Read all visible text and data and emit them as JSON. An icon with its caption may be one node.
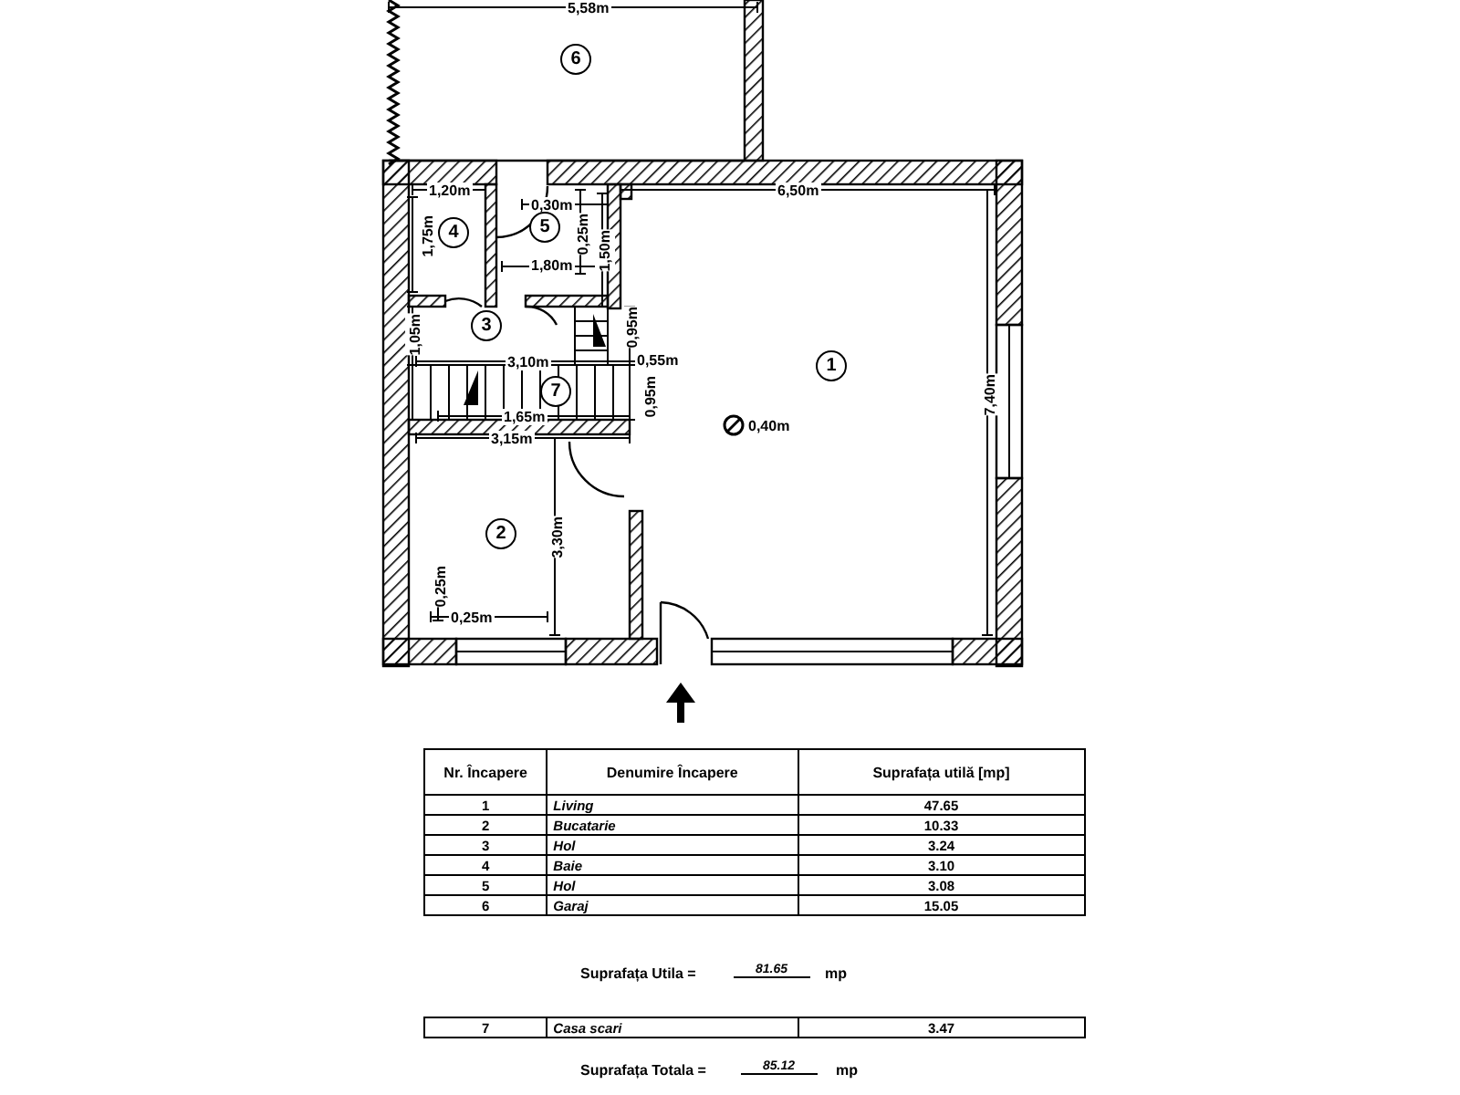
{
  "diagram": {
    "nodes": [
      {
        "text": [
          "6"
        ]
      },
      {
        "text": [
          "4"
        ]
      },
      {
        "text": [
          "5"
        ]
      },
      {
        "text": [
          "3"
        ]
      },
      {
        "text": [
          "7"
        ]
      },
      {
        "text": [
          "2"
        ]
      },
      {
        "text": [
          "1"
        ]
      }
    ],
    "labels": [
      "5,58m",
      "1,20m",
      "0,30m",
      "1,75m",
      "0,25m",
      "1,50m",
      "1,80m",
      "6,50m",
      "1,05m",
      "0,95m",
      "3,10m",
      "0,55m",
      "0,95m",
      "1,65m",
      "7,40m",
      "0,40m",
      "3,15m",
      "3,30m",
      "0,25m",
      "0,25m",
      "Nr. Încapere",
      "Denumire Încapere",
      "Suprafața utilă [mp]",
      "1",
      "Living",
      "47.65",
      "2",
      "Bucatarie",
      "10.33",
      "3",
      "Hol",
      "3.24",
      "4",
      "Baie",
      "3.10",
      "5",
      "Hol",
      "3.08",
      "6",
      "Garaj",
      "15.05",
      "Suprafața Utila =",
      "81.65",
      "mp",
      "7",
      "Casa scari",
      "3.47",
      "Suprafața Totala =",
      "85.12",
      "mp"
    ]
  }
}
